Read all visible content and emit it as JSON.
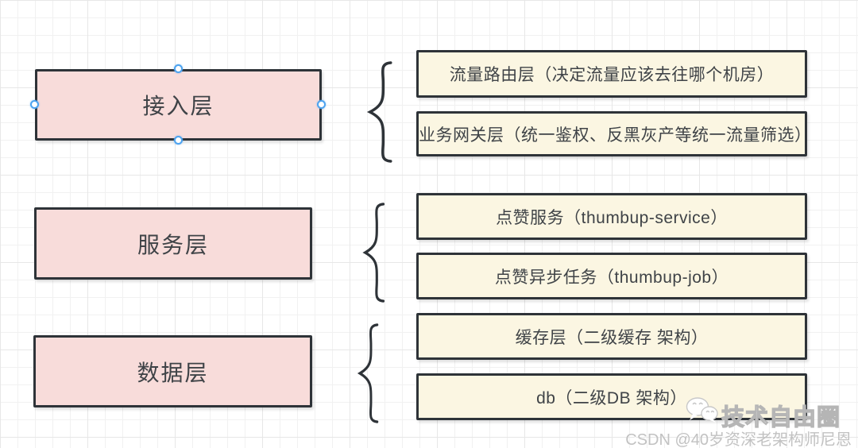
{
  "diagram": {
    "layers": [
      {
        "label": "接入层",
        "selected": true,
        "items": [
          {
            "text": "流量路由层（决定流量应该去往哪个机房）"
          },
          {
            "text": "业务网关层（统一鉴权、反黑灰产等统一流量筛选）"
          }
        ]
      },
      {
        "label": "服务层",
        "selected": false,
        "items": [
          {
            "text": "点赞服务（thumbup-service）"
          },
          {
            "text": "点赞异步任务（thumbup-job）"
          }
        ]
      },
      {
        "label": "数据层",
        "selected": false,
        "items": [
          {
            "text": "缓存层（二级缓存 架构）"
          },
          {
            "text": "db（二级DB 架构）"
          }
        ]
      }
    ]
  },
  "watermark": {
    "brand": "技术自由圈",
    "credit": "CSDN @40岁资深老架构师尼恩"
  },
  "colors": {
    "layer_fill": "#f8dcda",
    "item_fill": "#fbf6e2",
    "shape_border": "#2e3338",
    "selection_handle": "#4da3f0",
    "grid_line": "#ededed",
    "shape_text": "#3f4347",
    "watermark_text": "#c2c2c2"
  }
}
